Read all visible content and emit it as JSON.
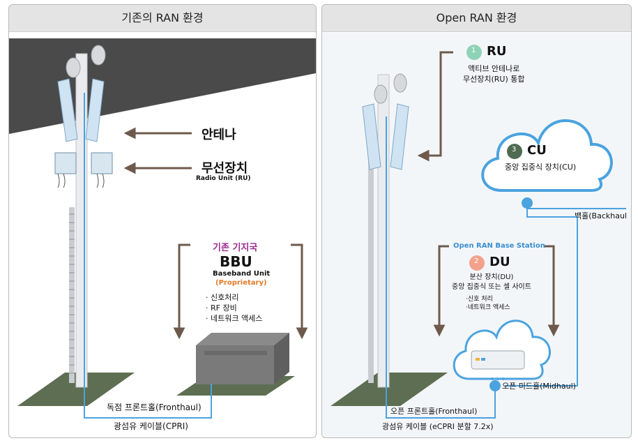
{
  "left": {
    "title": "기존의 RAN 환경",
    "antenna_label": "안테나",
    "radio_unit_label": "무선장치",
    "radio_unit_sub": "Radio Unit (RU)",
    "legacy_bs_label": "기존 기지국",
    "bbu_label": "BBU",
    "bbu_sub": "Baseband Unit",
    "bbu_proprietary": "(Proprietary)",
    "bbu_items": [
      "· 신호처리",
      "· RF 장비",
      "· 네트워크 액세스"
    ],
    "fronthaul_label": "독점 프론트홀(Fronthaul)",
    "cable_label": "광섬유 케이블(CPRI)"
  },
  "right": {
    "title": "Open RAN 환경",
    "ru_num": "1",
    "ru_label": "RU",
    "ru_desc": [
      "액티브 안테나로",
      "무선장치(RU) 통합"
    ],
    "cu_num": "3",
    "cu_label": "CU",
    "cu_desc": "중앙 집중식 장치(CU)",
    "backhaul_label": "백홀(Backhaul",
    "base_station_label": "Open RAN Base Station",
    "du_num": "2",
    "du_label": "DU",
    "du_desc": [
      "분산 장치(DU)",
      "중앙 집중식 또는 셀 사이트"
    ],
    "du_items": [
      "·신호 처리",
      "·네트워크 액세스"
    ],
    "midhaul_label": "오픈 미드홀(Midhaul)",
    "fronthaul_label": "오픈 프론트홀(Fronthaul)",
    "cable_label": "광섬유 케이블 (eCPRI 분할 7.2x)"
  },
  "colors": {
    "cable": "#4aa3df",
    "bs_label_purple": "#9b2a8f",
    "proprietary_orange": "#e07a28",
    "ru_badge": "#8fd3b6",
    "cu_badge": "#4f6b52",
    "du_badge": "#f2a28c",
    "base_station_blue": "#3b8fd1",
    "arrow_brown": "#6e5a4c",
    "sky_dark": "#4a4a4a"
  }
}
